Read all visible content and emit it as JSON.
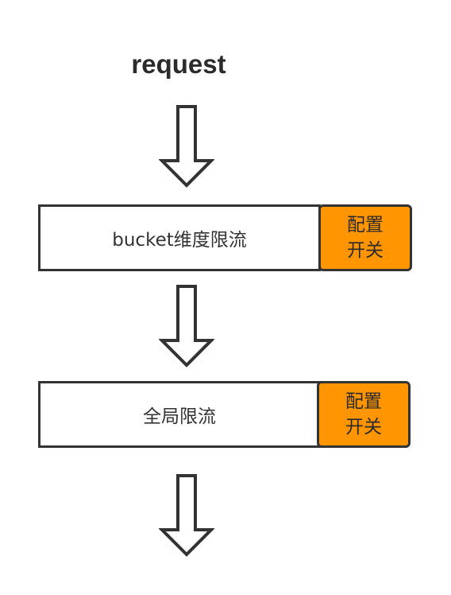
{
  "title": "request",
  "stages": [
    {
      "label": "bucket维度限流",
      "switch_line1": "配置",
      "switch_line2": "开关"
    },
    {
      "label": "全局限流",
      "switch_line1": "配置",
      "switch_line2": "开关"
    }
  ],
  "colors": {
    "switch_fill": "#ff9500",
    "stroke": "#333333"
  }
}
